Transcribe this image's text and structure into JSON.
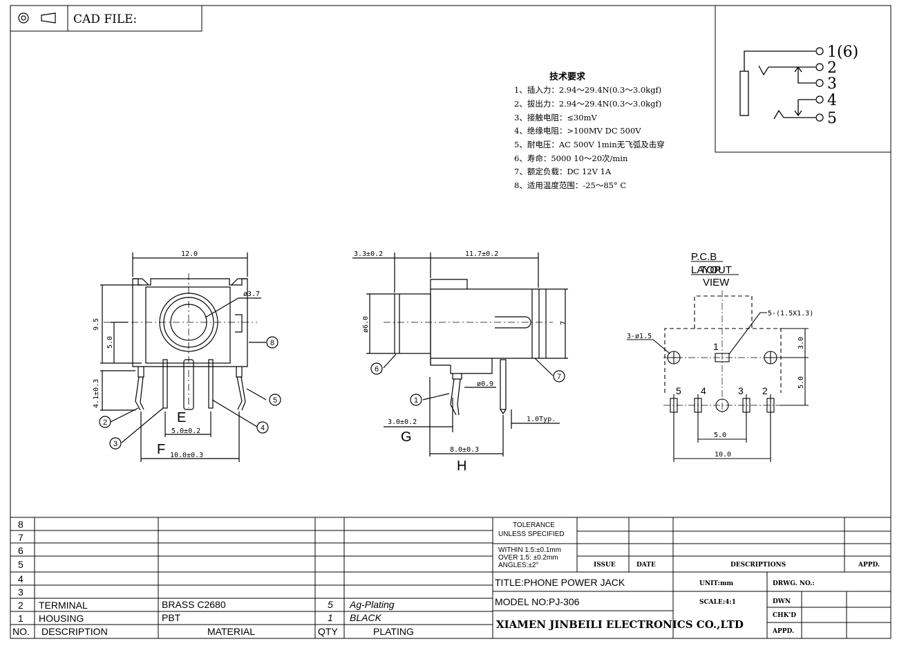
{
  "header": {
    "cad_file_label": "CAD FILE:"
  },
  "schematic": {
    "pins": [
      "1(6)",
      "2",
      "3",
      "4",
      "5"
    ]
  },
  "requirements": {
    "title": "技术要求",
    "items": [
      "1、插入力：2.94～29.4N(0.3～3.0kgf)",
      "2、拔出力：2.94～29.4N(0.3～3.0kgf)",
      "3、接触电阻：≤30mV",
      "4、绝缘电阻：>100MV  DC  500V",
      "5、耐电压：AC  500V  1min无飞弧及击穿",
      "6、寿命：5000 10～20次/min",
      "7、额定负载：DC  12V  1A",
      "8、适用温度范围：-25～85° C"
    ]
  },
  "front_view": {
    "dim_width": "12.0",
    "dim_height": "9.5",
    "dim_center": "5.0",
    "dim_pin_len": "4.1±0.3",
    "dim_hole": "ø3.7",
    "dim_pin_pitch": "5.0±0.2",
    "dim_pin_span": "10.0±0.3",
    "letters": [
      "E",
      "F"
    ],
    "callouts": [
      "2",
      "3",
      "4",
      "5",
      "8"
    ]
  },
  "side_view": {
    "dim_front": "3.3±0.2",
    "dim_body": "11.7±0.2",
    "dim_dia": "ø6.0",
    "dim_height": "7",
    "dim_pin_dia": "ø0.9",
    "dim_pin_thk": "1.0Typ.",
    "dim_pin_off": "3.0±0.2",
    "dim_pin_span": "8.0±0.3",
    "letters": [
      "G",
      "H"
    ],
    "callouts": [
      "1",
      "6",
      "7"
    ]
  },
  "pcb": {
    "title_lines": [
      "P.C.B",
      "LAYOUT",
      "TOP",
      "VIEW"
    ],
    "dim_slots": "5-(1.5X1.3)",
    "dim_holes": "3-ø1.5",
    "dim_v1": "3.0",
    "dim_v2": "5.0",
    "dim_h1": "5.0",
    "dim_h2": "10.0",
    "pin_labels": [
      "1",
      "5",
      "4",
      "3",
      "2"
    ]
  },
  "bom": {
    "row_numbers": [
      "8",
      "7",
      "6",
      "5",
      "4",
      "3",
      "2",
      "1"
    ],
    "rows": [
      {
        "no": "2",
        "description": "TERMINAL",
        "material": "BRASS C2680",
        "qty": "5",
        "plating": "Ag-Plating"
      },
      {
        "no": "1",
        "description": "HOUSING",
        "material": "PBT",
        "qty": "1",
        "plating": "BLACK"
      }
    ],
    "header": {
      "no": "NO.",
      "description": "DESCRIPTION",
      "material": "MATERIAL",
      "qty": "QTY",
      "plating": "PLATING"
    }
  },
  "title_block": {
    "tolerance_1": "TOLERANCE",
    "tolerance_2": "UNLESS SPECIFIED",
    "within": "WITHIN 1.5:±0.1mm",
    "over": "OVER 1.5: ±0.2mm",
    "angles": "ANGLES:±2°",
    "issue": "ISSUE",
    "date": "DATE",
    "descriptions": "DESCRIPTIONS",
    "appd": "APPD.",
    "title": "TITLE:PHONE POWER JACK",
    "unit": "UNIT:mm",
    "drwg_no": "DRWG. NO.:",
    "model": "MODEL NO:PJ-306",
    "scale": "SCALE:4:1",
    "dwn": "DWN",
    "chkd": "CHK'D",
    "appd2": "APPD.",
    "company": "XIAMEN JINBEILI ELECTRONICS CO.,LTD"
  }
}
